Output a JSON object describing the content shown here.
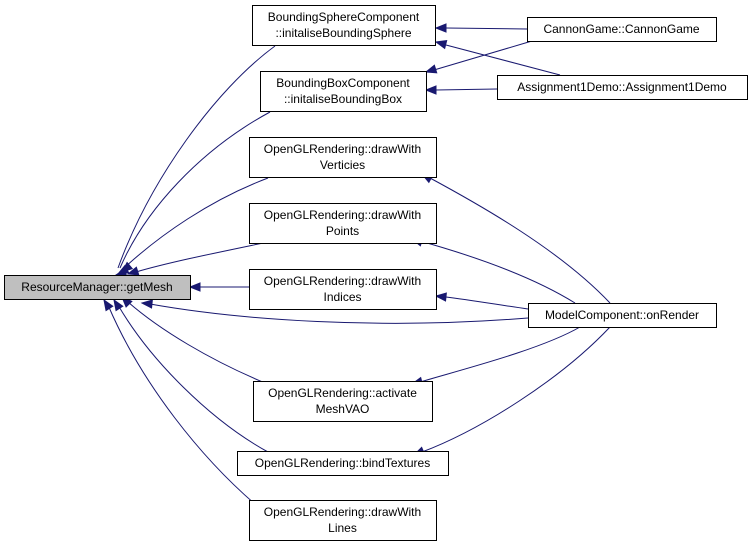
{
  "graph": {
    "root": "ResourceManager::getMesh",
    "nodes": [
      {
        "id": "getMesh",
        "lines": [
          "ResourceManager::getMesh"
        ],
        "highlight": true
      },
      {
        "id": "bsphere",
        "lines": [
          "BoundingSphereComponent",
          "::initaliseBoundingSphere"
        ]
      },
      {
        "id": "bbox",
        "lines": [
          "BoundingBoxComponent",
          "::initaliseBoundingBox"
        ]
      },
      {
        "id": "verts",
        "lines": [
          "OpenGLRendering::drawWith",
          "Verticies"
        ]
      },
      {
        "id": "points",
        "lines": [
          "OpenGLRendering::drawWith",
          "Points"
        ]
      },
      {
        "id": "indices",
        "lines": [
          "OpenGLRendering::drawWith",
          "Indices"
        ]
      },
      {
        "id": "vao",
        "lines": [
          "OpenGLRendering::activate",
          "MeshVAO"
        ]
      },
      {
        "id": "bindtex",
        "lines": [
          "OpenGLRendering::bindTextures"
        ]
      },
      {
        "id": "lines",
        "lines": [
          "OpenGLRendering::drawWith",
          "Lines"
        ]
      },
      {
        "id": "cannon",
        "lines": [
          "CannonGame::CannonGame"
        ]
      },
      {
        "id": "assign",
        "lines": [
          "Assignment1Demo::Assignment1Demo"
        ]
      },
      {
        "id": "model",
        "lines": [
          "ModelComponent::onRender"
        ]
      }
    ],
    "edges": [
      {
        "from": "bsphere",
        "to": "getMesh"
      },
      {
        "from": "bbox",
        "to": "getMesh"
      },
      {
        "from": "verts",
        "to": "getMesh"
      },
      {
        "from": "points",
        "to": "getMesh"
      },
      {
        "from": "indices",
        "to": "getMesh"
      },
      {
        "from": "vao",
        "to": "getMesh"
      },
      {
        "from": "bindtex",
        "to": "getMesh"
      },
      {
        "from": "lines",
        "to": "getMesh"
      },
      {
        "from": "model",
        "to": "getMesh"
      },
      {
        "from": "cannon",
        "to": "bsphere"
      },
      {
        "from": "assign",
        "to": "bsphere"
      },
      {
        "from": "cannon",
        "to": "bbox"
      },
      {
        "from": "assign",
        "to": "bbox"
      },
      {
        "from": "model",
        "to": "verts"
      },
      {
        "from": "model",
        "to": "points"
      },
      {
        "from": "model",
        "to": "indices"
      },
      {
        "from": "model",
        "to": "vao"
      },
      {
        "from": "model",
        "to": "bindtex"
      }
    ],
    "colors": {
      "edge": "#191970",
      "root_fill": "#bfbfbf",
      "node_fill": "#ffffff",
      "border": "#000000"
    }
  }
}
